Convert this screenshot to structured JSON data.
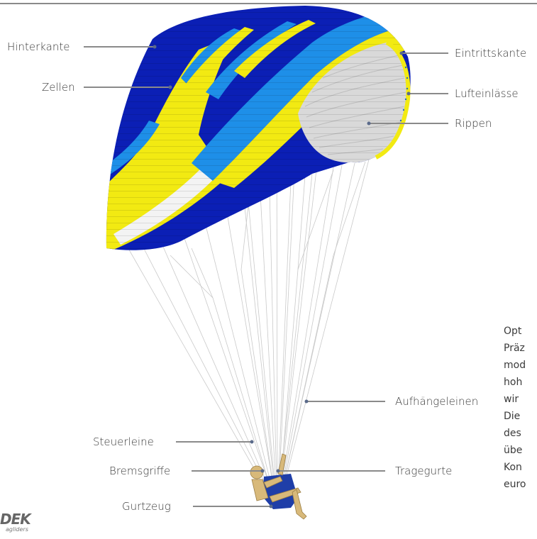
{
  "labels": {
    "hinterkante": "Hinterkante",
    "zellen": "Zellen",
    "eintrittskante": "Eintrittskante",
    "lufteinlaesse": "Lufteinlässe",
    "rippen": "Rippen",
    "aufhaengeleinen": "Aufhängeleinen",
    "steuerleine": "Steuerleine",
    "bremsgriffe": "Bremsgriffe",
    "tragegurte": "Tragegurte",
    "gurtzeug": "Gurtzeug"
  },
  "paragraph": {
    "lines": [
      "Opt",
      "Präz",
      "mod",
      "hoh",
      "wir",
      "Die",
      "des",
      "übe",
      "Kon",
      "euro"
    ]
  },
  "logo": {
    "mark": "DEK",
    "sub": "agliders"
  },
  "colors": {
    "navy": "#0b1fb5",
    "blue": "#1e8fe8",
    "yellow": "#f2ea12",
    "white": "#f3f3f3",
    "underside": "#d9d9d9",
    "lines": "#c9c9c9",
    "leader": "#8a8a8a"
  }
}
